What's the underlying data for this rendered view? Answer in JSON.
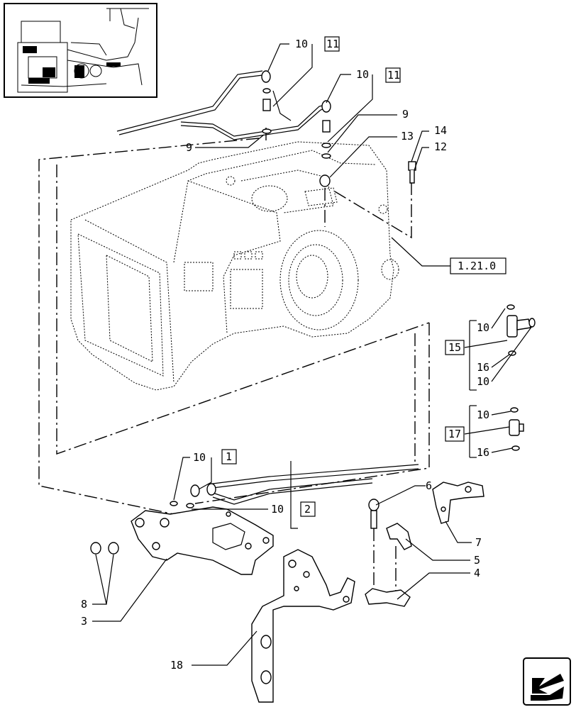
{
  "callouts": {
    "c10a": "10",
    "c11a": "11",
    "c10b": "10",
    "c11b": "11",
    "c9a": "9",
    "c9b": "9",
    "c13": "13",
    "c14": "14",
    "c12": "12",
    "ref": "1.21.0",
    "c10c": "10",
    "c15": "15",
    "c16a": "16",
    "c10d": "10",
    "c10e": "10",
    "c17": "17",
    "c16b": "16",
    "c10f": "10",
    "c1": "1",
    "c10g": "10",
    "c2": "2",
    "c6": "6",
    "c7": "7",
    "c5": "5",
    "c4": "4",
    "c8": "8",
    "c3": "3",
    "c18": "18"
  },
  "icons": {
    "thumbnail": "assembly-thumbnail-icon",
    "nav": "next-page-arrow-icon"
  }
}
